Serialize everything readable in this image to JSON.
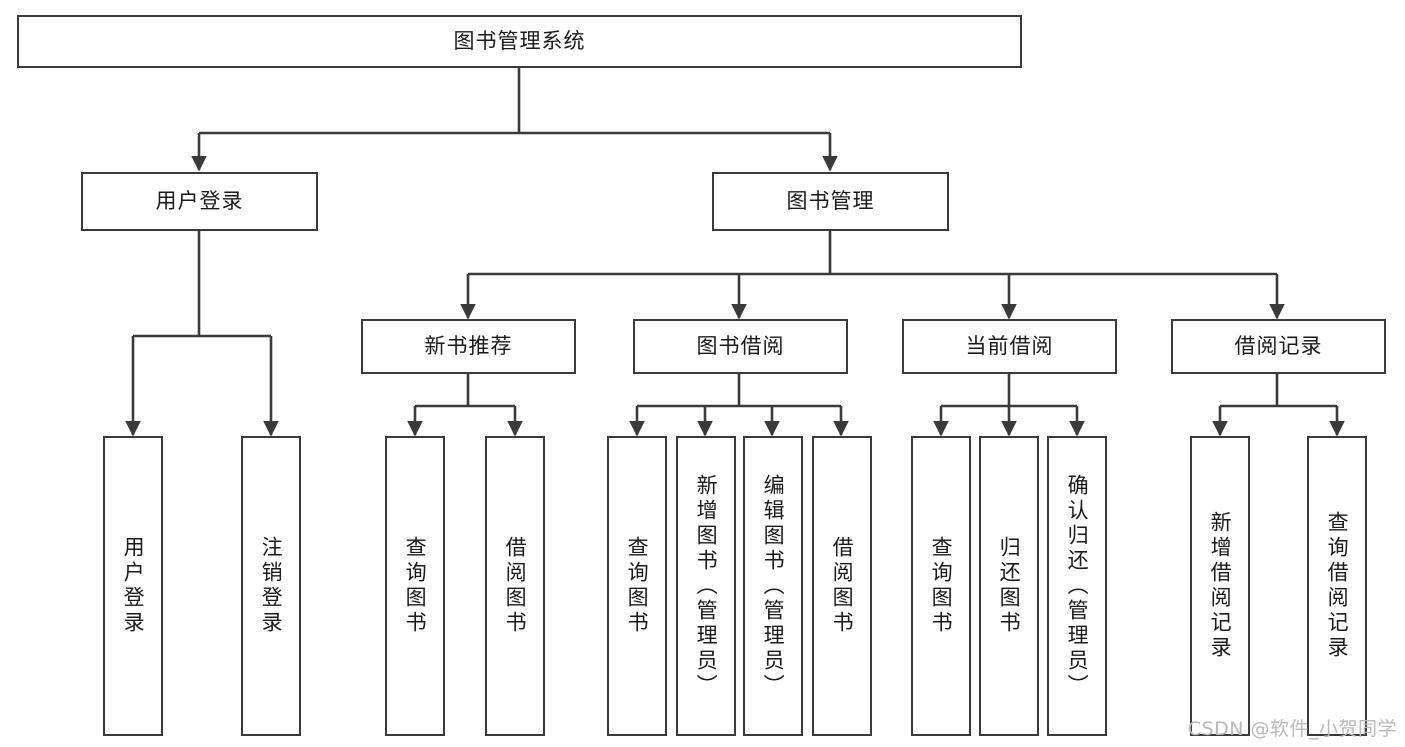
{
  "diagram": {
    "title": "图书管理系统",
    "type": "tree-hierarchy",
    "root": {
      "label": "图书管理系统"
    },
    "level2": [
      {
        "label": "用户登录"
      },
      {
        "label": "图书管理"
      }
    ],
    "level3": [
      {
        "label": "新书推荐"
      },
      {
        "label": "图书借阅"
      },
      {
        "label": "当前借阅"
      },
      {
        "label": "借阅记录"
      }
    ],
    "leaves": {
      "user_login": [
        {
          "label": "用户登录"
        },
        {
          "label": "注销登录"
        }
      ],
      "new_book_recommend": [
        {
          "label": "查询图书"
        },
        {
          "label": "借阅图书"
        }
      ],
      "book_borrow": [
        {
          "label": "查询图书"
        },
        {
          "label": "新增图书（管理员）"
        },
        {
          "label": "编辑图书（管理员）"
        },
        {
          "label": "借阅图书"
        }
      ],
      "current_borrow": [
        {
          "label": "查询图书"
        },
        {
          "label": "归还图书"
        },
        {
          "label": "确认归还（管理员）"
        }
      ],
      "borrow_record": [
        {
          "label": "新增借阅记录"
        },
        {
          "label": "查询借阅记录"
        }
      ]
    }
  },
  "watermark": {
    "text": "CSDN @软件_小贺同学"
  },
  "colors": {
    "border": "#3a3a3a",
    "text": "#1a1a1a",
    "background": "#ffffff",
    "watermark": "#b9b9b9"
  }
}
